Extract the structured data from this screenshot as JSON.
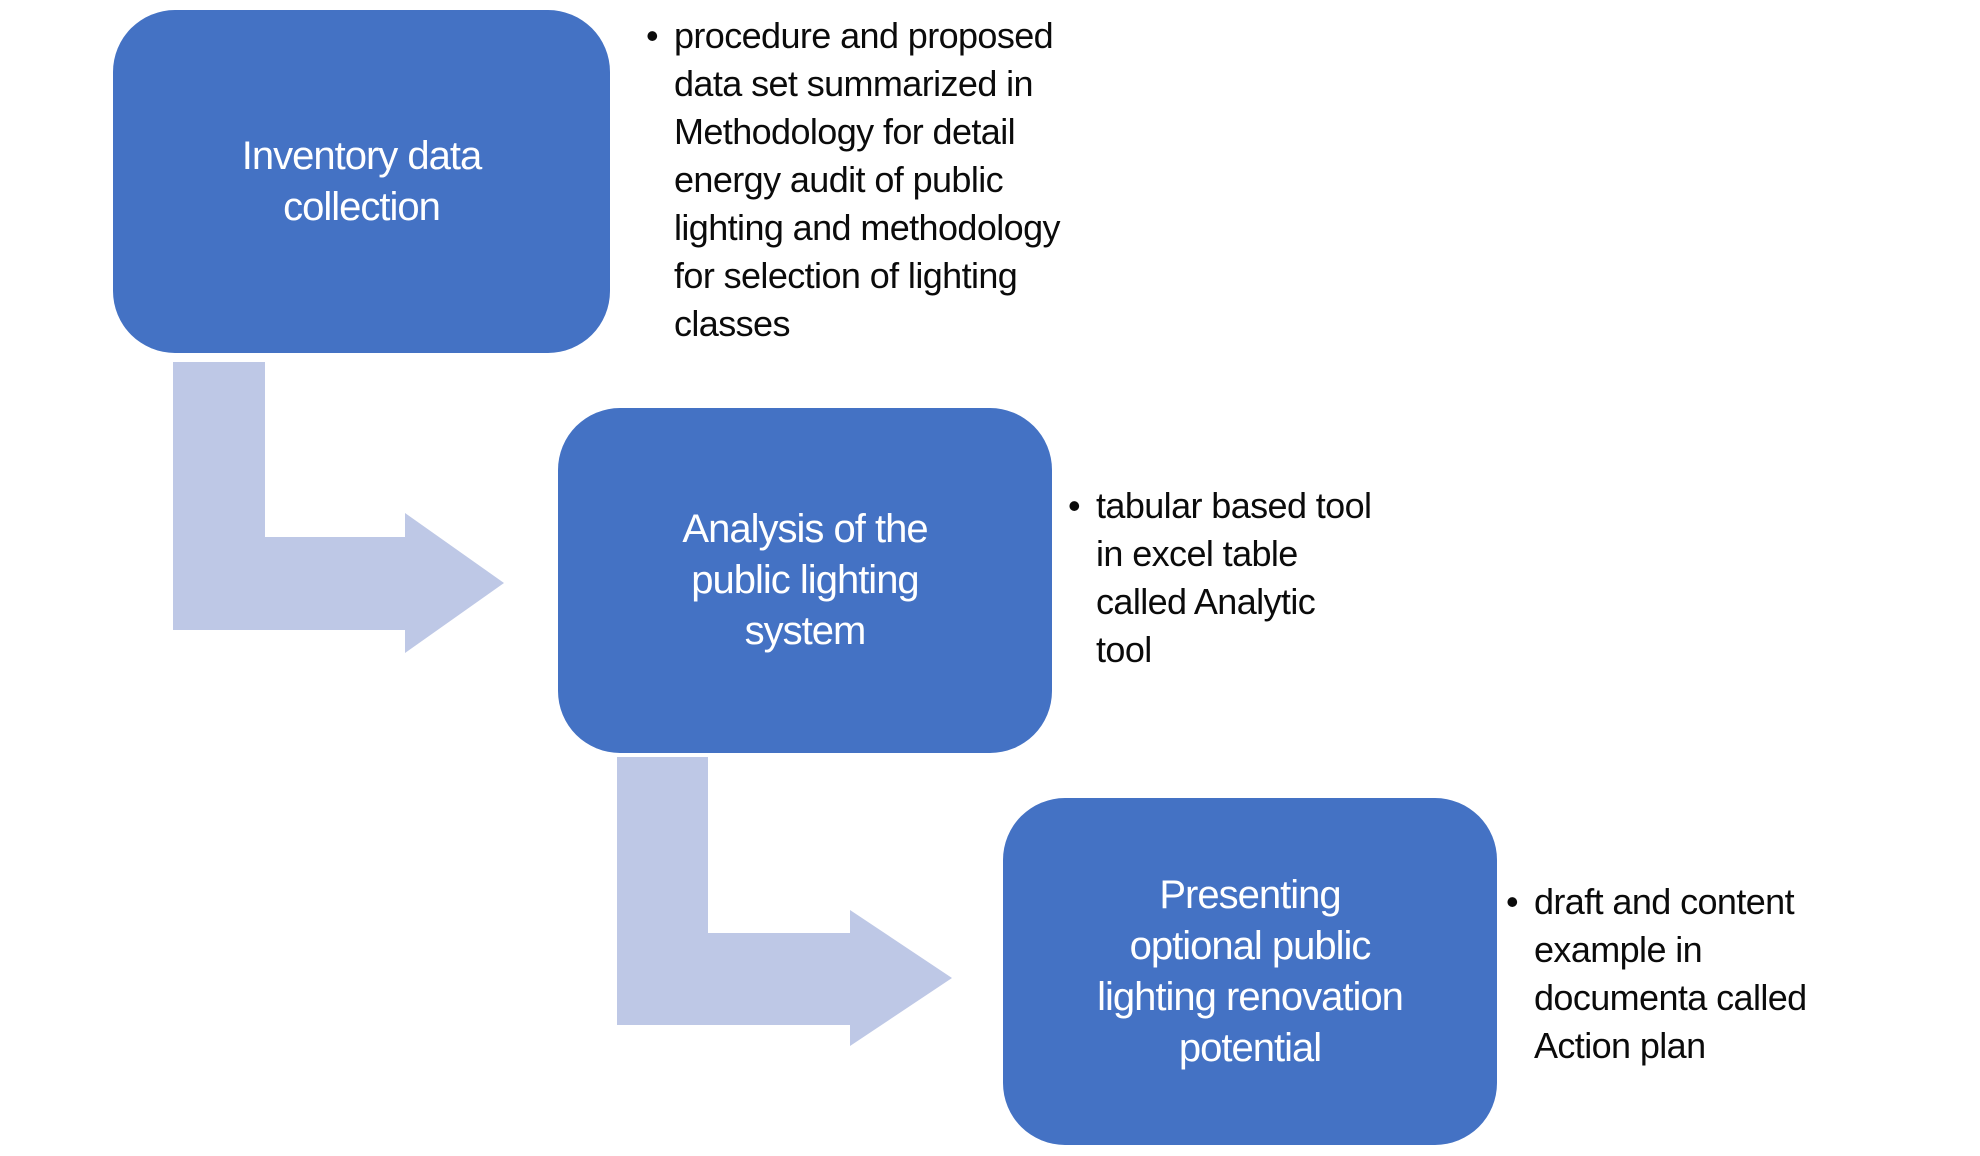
{
  "diagram": {
    "type": "step-down-process",
    "colors": {
      "box_fill": "#4472c4",
      "arrow_fill": "#bec8e6",
      "note_text": "#0b0b0b",
      "box_text": "#ffffff",
      "background": "#ffffff"
    },
    "bullet_char": "•",
    "steps": [
      {
        "title": "Inventory data collection",
        "title_lines": [
          "Inventory data",
          "collection"
        ],
        "note_lines": [
          "procedure and proposed",
          "data set summarized in",
          "Methodology for detail",
          "energy audit of public",
          "lighting and methodology",
          "for selection of lighting",
          "classes"
        ]
      },
      {
        "title": "Analysis of the public lighting system",
        "title_lines": [
          "Analysis of the",
          "public lighting",
          "system"
        ],
        "note_lines": [
          "tabular based tool",
          "in excel table",
          "called Analytic",
          "tool"
        ]
      },
      {
        "title": "Presenting optional public lighting renovation potential",
        "title_lines": [
          "Presenting",
          "optional public",
          "lighting renovation",
          "potential"
        ],
        "note_lines": [
          "draft and content",
          "example in",
          "documenta called",
          "Action plan"
        ]
      }
    ]
  }
}
